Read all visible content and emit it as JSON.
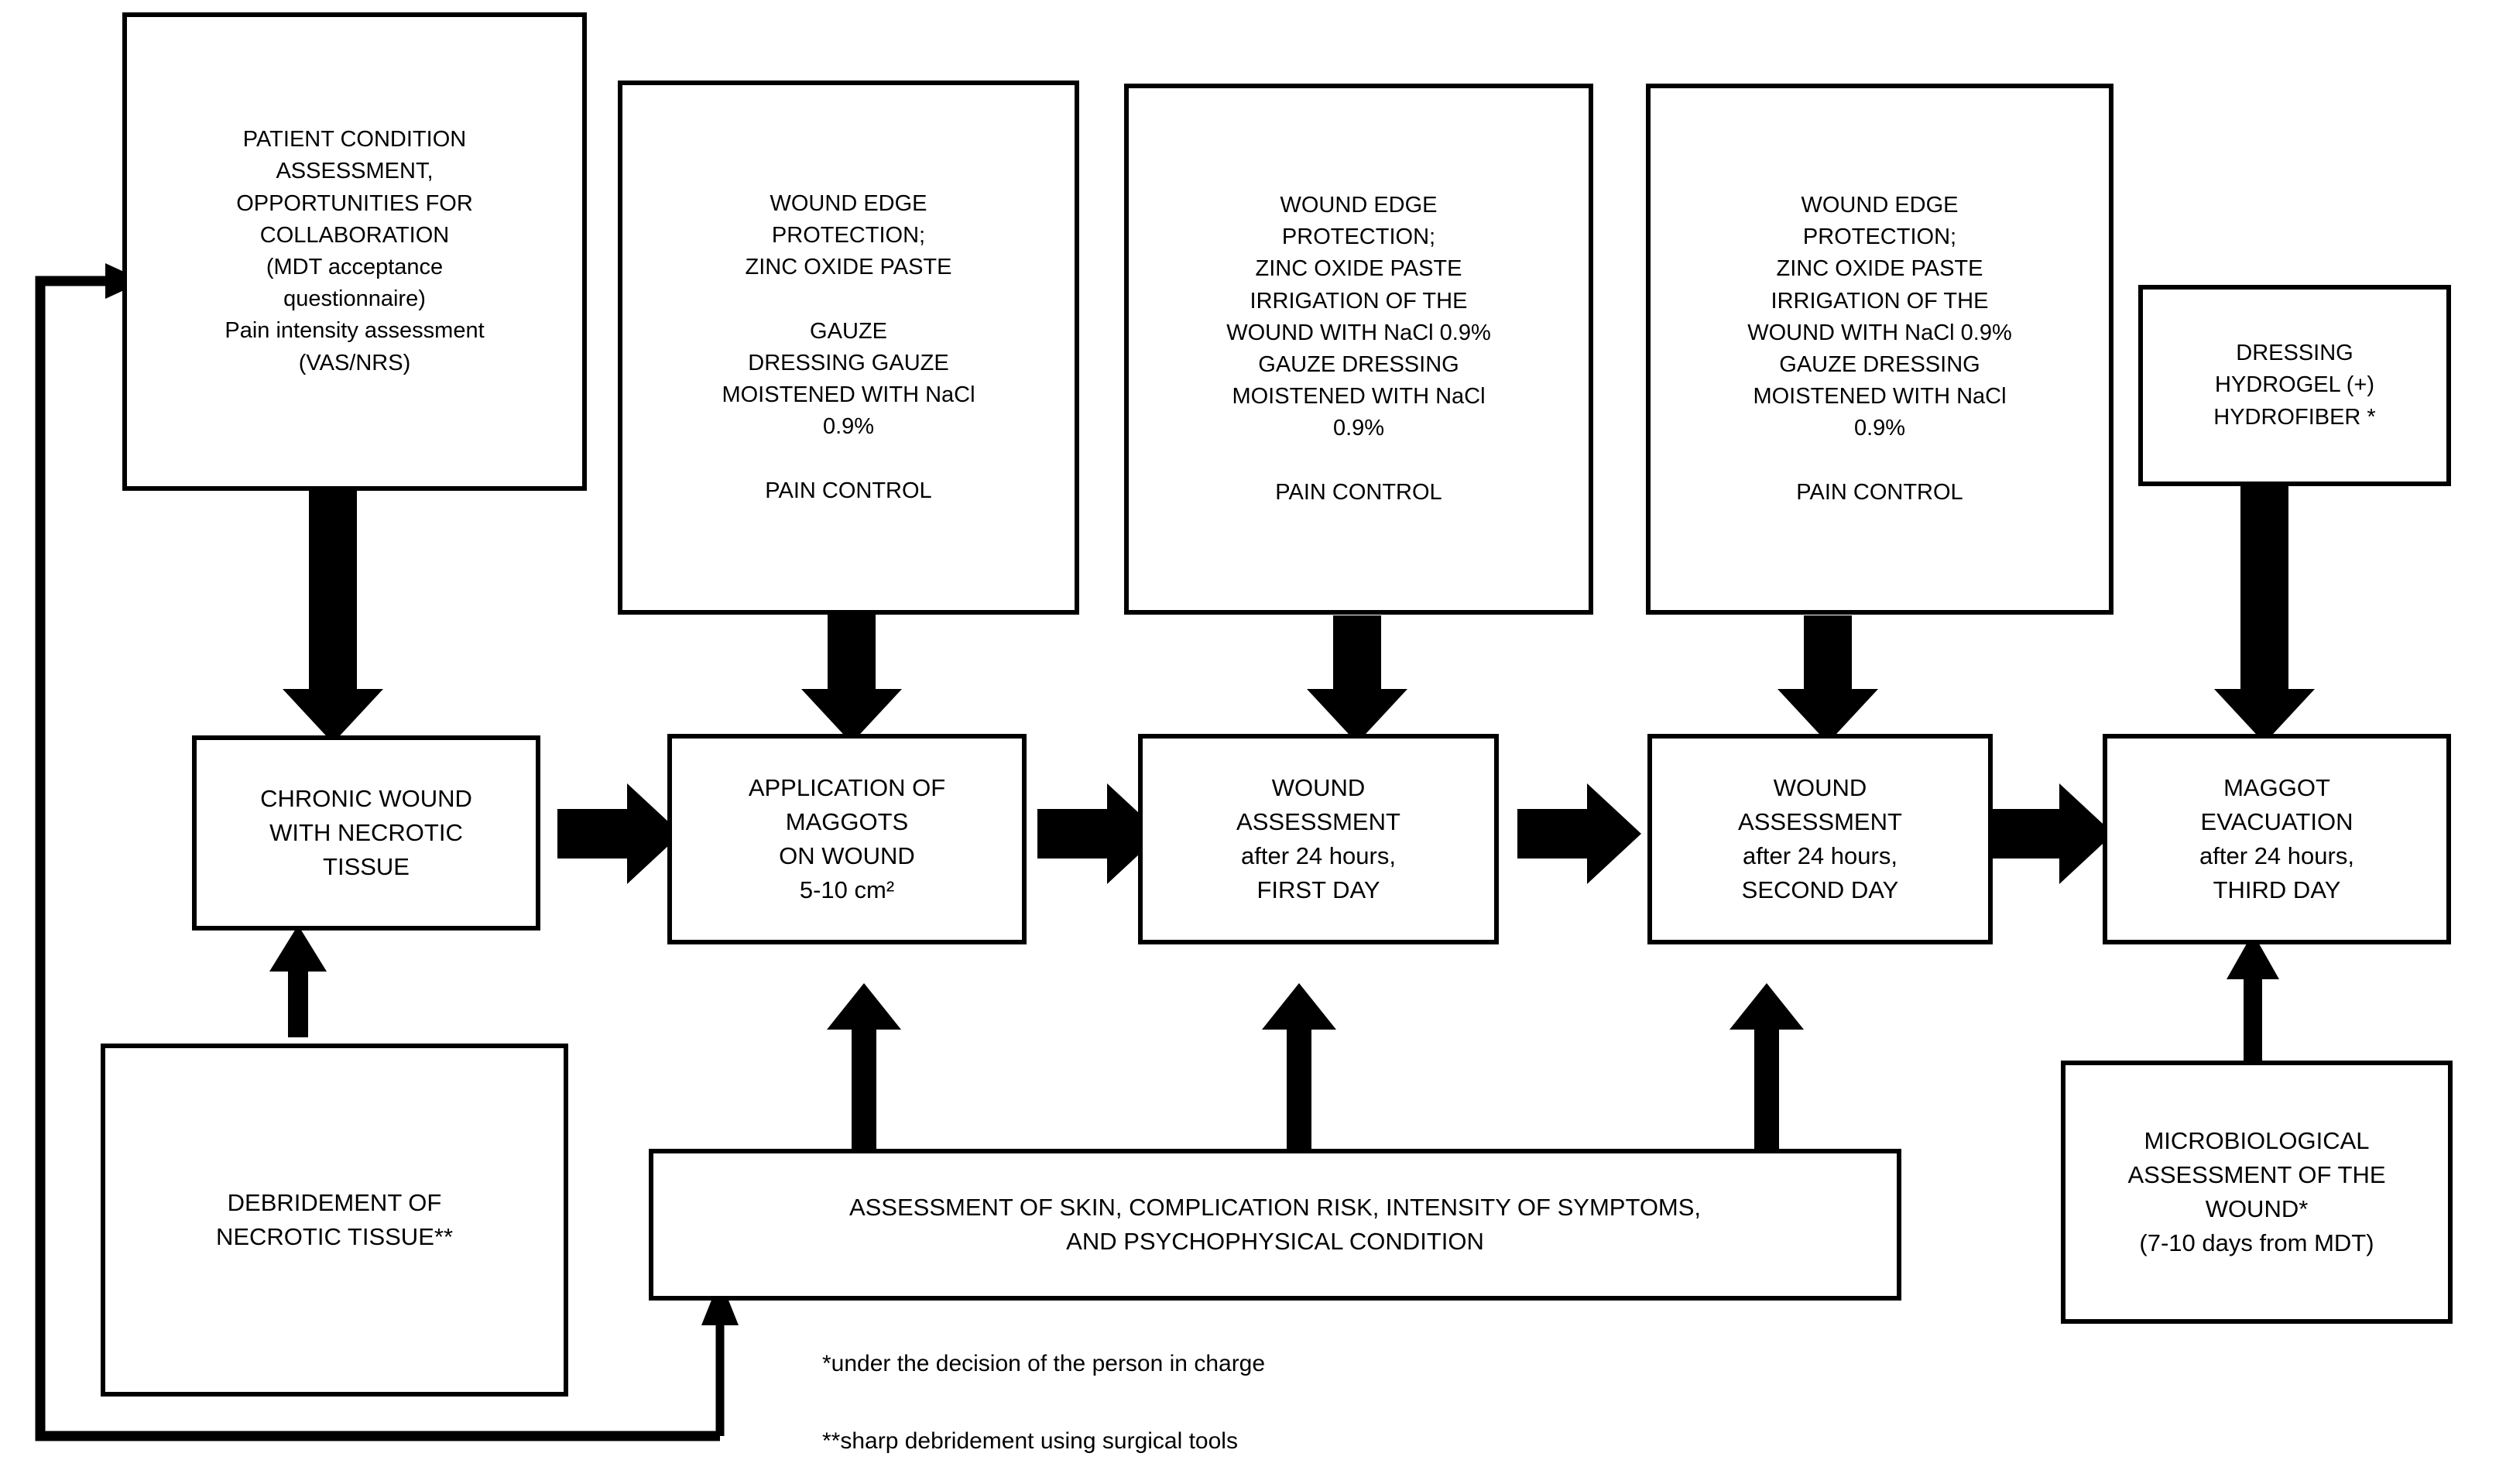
{
  "diagram": {
    "title": "Maggot Debridement Therapy (MDT) wound care protocol flowchart",
    "top_row": [
      {
        "id": "patient-condition-assessment",
        "text": "PATIENT CONDITION\nASSESSMENT,\nOPPORTUNITIES FOR\nCOLLABORATION\n(MDT acceptance\nquestionnaire)\nPain intensity assessment\n(VAS/NRS)"
      },
      {
        "id": "wound-edge-protection-day0",
        "text": "WOUND EDGE\nPROTECTION;\nZINC OXIDE PASTE\n\nGAUZE\nDRESSING GAUZE\nMOISTENED WITH NaCl\n0.9%\n\nPAIN CONTROL"
      },
      {
        "id": "wound-edge-protection-day1",
        "text": "WOUND EDGE\nPROTECTION;\nZINC OXIDE PASTE\nIRRIGATION OF THE\nWOUND WITH NaCl 0.9%\nGAUZE DRESSING\nMOISTENED WITH NaCl\n0.9%\n\nPAIN CONTROL"
      },
      {
        "id": "wound-edge-protection-day2",
        "text": "WOUND EDGE\nPROTECTION;\nZINC OXIDE PASTE\nIRRIGATION OF THE\nWOUND WITH NaCl 0.9%\nGAUZE DRESSING\nMOISTENED WITH NaCl\n0.9%\n\nPAIN CONTROL"
      },
      {
        "id": "dressing-hydrogel-hydrofiber",
        "text": "DRESSING\nHYDROGEL (+)\nHYDROFIBER *"
      }
    ],
    "middle_row": [
      {
        "id": "chronic-wound-necrotic-tissue",
        "text": "CHRONIC WOUND\nWITH NECROTIC\nTISSUE"
      },
      {
        "id": "application-of-maggots",
        "text": "APPLICATION OF\nMAGGOTS\nON WOUND\n5-10 cm²"
      },
      {
        "id": "wound-assessment-first-day",
        "text": "WOUND\nASSESSMENT\nafter 24 hours,\nFIRST DAY"
      },
      {
        "id": "wound-assessment-second-day",
        "text": "WOUND\nASSESSMENT\nafter 24 hours,\nSECOND DAY"
      },
      {
        "id": "maggot-evacuation-third-day",
        "text": "MAGGOT\nEVACUATION\nafter 24 hours,\nTHIRD DAY"
      }
    ],
    "bottom_row": [
      {
        "id": "debridement-of-necrotic-tissue",
        "text": "DEBRIDEMENT OF\nNECROTIC TISSUE**"
      },
      {
        "id": "assessment-of-skin",
        "text": "ASSESSMENT OF SKIN, COMPLICATION RISK, INTENSITY OF SYMPTOMS,\nAND PSYCHOPHYSICAL CONDITION"
      },
      {
        "id": "microbiological-assessment",
        "text": "MICROBIOLOGICAL\nASSESSMENT OF THE\nWOUND*\n(7-10 days from MDT)"
      }
    ],
    "footnotes": [
      "*under the decision of the person in charge",
      "**sharp debridement using surgical tools"
    ],
    "colors": {
      "stroke": "#000000",
      "fill": "#ffffff",
      "text": "#000000"
    }
  }
}
